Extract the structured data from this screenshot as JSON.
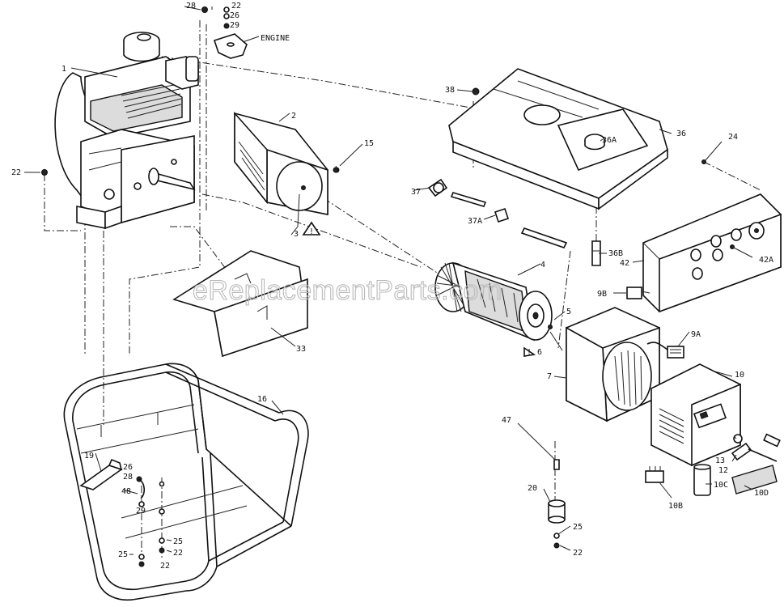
{
  "watermark": "eReplacementParts.com",
  "labels": {
    "p1": "1",
    "p2": "2",
    "p3": "3",
    "p4": "4",
    "p5": "5",
    "p6": "6",
    "p7": "7",
    "p9a": "9A",
    "p9b": "9B",
    "p10": "10",
    "p10b": "10B",
    "p10c": "10C",
    "p10d": "10D",
    "p12": "12",
    "p13": "13",
    "p15": "15",
    "p16": "16",
    "p19": "19",
    "p20": "20",
    "p22_left": "22",
    "p22_top": "22",
    "p22_frame": "22",
    "p22_frame2": "22",
    "p22_mount": "22",
    "p24": "24",
    "p25_frame": "25",
    "p25_frame2": "25",
    "p25_mount": "25",
    "p26_top": "26",
    "p26_frame": "26",
    "p28_top": "28",
    "p28_frame": "28",
    "p29_top": "29",
    "p29_frame": "29",
    "p33": "33",
    "p36": "36",
    "p36a": "36A",
    "p36b": "36B",
    "p37": "37",
    "p37a": "37A",
    "p38": "38",
    "p42": "42",
    "p42a": "42A",
    "p47": "47",
    "p48": "48",
    "engine": "ENGINE"
  }
}
